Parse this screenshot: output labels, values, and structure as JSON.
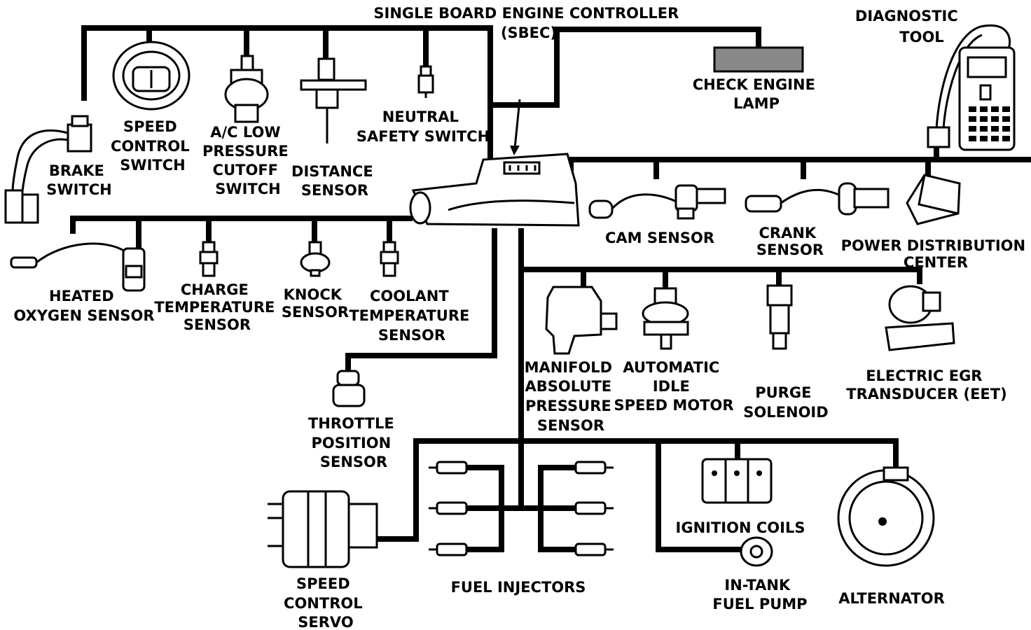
{
  "components": {
    "controller": {
      "line1": "SINGLE BOARD ENGINE CONTROLLER",
      "line2": "(SBEC)"
    },
    "diagnostic_tool": {
      "line1": "DIAGNOSTIC",
      "line2": "TOOL"
    },
    "check_engine_lamp": {
      "line1": "CHECK ENGINE",
      "line2": "LAMP"
    },
    "brake_switch": {
      "line1": "BRAKE",
      "line2": "SWITCH"
    },
    "speed_control_switch": {
      "line1": "SPEED",
      "line2": "CONTROL",
      "line3": "SWITCH"
    },
    "ac_low_pressure": {
      "line1": "A/C LOW",
      "line2": "PRESSURE",
      "line3": "CUTOFF",
      "line4": "SWITCH"
    },
    "distance_sensor": {
      "line1": "DISTANCE",
      "line2": "SENSOR"
    },
    "neutral_safety_switch": {
      "line1": "NEUTRAL",
      "line2": "SAFETY SWITCH"
    },
    "cam_sensor": {
      "line1": "CAM SENSOR"
    },
    "crank_sensor": {
      "line1": "CRANK",
      "line2": "SENSOR"
    },
    "power_distribution_center": {
      "line1": "POWER DISTRIBUTION",
      "line2": "CENTER"
    },
    "heated_oxygen_sensor": {
      "line1": "HEATED",
      "line2": "OXYGEN SENSOR"
    },
    "charge_temperature_sensor": {
      "line1": "CHARGE",
      "line2": "TEMPERATURE",
      "line3": "SENSOR"
    },
    "knock_sensor": {
      "line1": "KNOCK",
      "line2": "SENSOR"
    },
    "coolant_temperature_sensor": {
      "line1": "COOLANT",
      "line2": "TEMPERATURE",
      "line3": "SENSOR"
    },
    "map_sensor": {
      "line1": "MANIFOLD",
      "line2": "ABSOLUTE",
      "line3": "PRESSURE",
      "line4": "SENSOR"
    },
    "idle_speed_motor": {
      "line1": "AUTOMATIC",
      "line2": "IDLE",
      "line3": "SPEED MOTOR"
    },
    "purge_solenoid": {
      "line1": "PURGE",
      "line2": "SOLENOID"
    },
    "egr_transducer": {
      "line1": "ELECTRIC EGR",
      "line2": "TRANSDUCER (EET)"
    },
    "throttle_position_sensor": {
      "line1": "THROTTLE",
      "line2": "POSITION",
      "line3": "SENSOR"
    },
    "speed_control_servo": {
      "line1": "SPEED",
      "line2": "CONTROL",
      "line3": "SERVO"
    },
    "fuel_injectors": {
      "line1": "FUEL INJECTORS"
    },
    "ignition_coils": {
      "line1": "IGNITION COILS"
    },
    "fuel_pump": {
      "line1": "IN-TANK",
      "line2": "FUEL PUMP"
    },
    "alternator": {
      "line1": "ALTERNATOR"
    }
  }
}
